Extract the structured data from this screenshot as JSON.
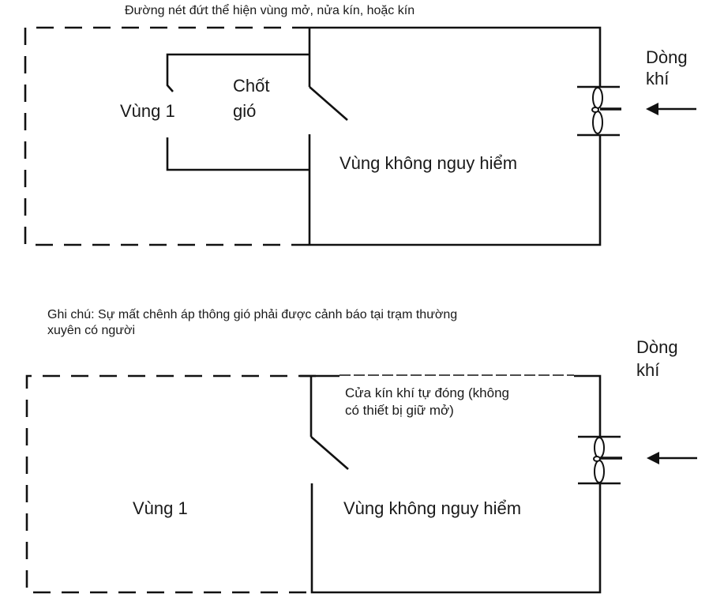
{
  "diagram_top": {
    "caption": "Đường nét đứt thể hiện vùng mở, nửa kín, hoặc kín",
    "zone1_label": "Vùng 1",
    "airlock_label_line1": "Chốt",
    "airlock_label_line2": "gió",
    "safe_zone_label": "Vùng không nguy hiểm",
    "airflow_label_line1": "Dòng",
    "airflow_label_line2": "khí"
  },
  "note": {
    "line1": "Ghi chú: Sự mất chênh áp thông gió phải được cảnh báo tại trạm thường",
    "line2": "xuyên có người"
  },
  "diagram_bottom": {
    "door_label_line1": "Cửa kín khí tự đóng (không",
    "door_label_line2": "có thiết bị giữ mở)",
    "zone1_label": "Vùng 1",
    "safe_zone_label": "Vùng không nguy hiểm",
    "airflow_label_line1": "Dòng",
    "airflow_label_line2": "khí"
  }
}
